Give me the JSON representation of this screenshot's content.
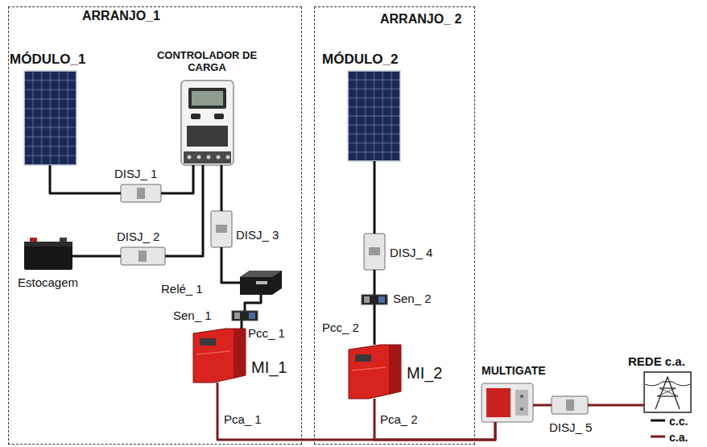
{
  "diagram": {
    "nodes": [
      {
        "text": [
          "ARRANJO_1"
        ]
      },
      {
        "text": [
          "MÓDULO_1"
        ],
        "in": 0
      },
      {
        "text": [
          "CONTROLADOR DE CARGA"
        ],
        "in": 0
      },
      {
        "text": [
          "DISJ_ 1"
        ],
        "in": 0
      },
      {
        "text": [
          "DISJ_ 2"
        ],
        "in": 0
      },
      {
        "text": [
          "Estocagem"
        ],
        "in": 0
      },
      {
        "text": [
          "DISJ_ 3"
        ],
        "in": 0
      },
      {
        "text": [
          "Relé_ 1"
        ],
        "in": 0
      },
      {
        "text": [
          "Sen_ 1"
        ],
        "in": 0
      },
      {
        "text": [
          "MI_1"
        ],
        "in": 0
      },
      {
        "text": [
          "ARRANJO_ 2"
        ]
      },
      {
        "text": [
          "MÓDULO_2"
        ],
        "in": 10
      },
      {
        "text": [
          "DISJ_ 4"
        ],
        "in": 10
      },
      {
        "text": [
          "Sen_ 2"
        ],
        "in": 10
      },
      {
        "text": [
          "MI_2"
        ],
        "in": 10
      },
      {
        "text": [
          "MULTIGATE"
        ]
      },
      {
        "text": [
          "DISJ_ 5"
        ]
      },
      {
        "text": [
          "REDE c.a."
        ]
      }
    ],
    "edges": [
      {
        "from": 1,
        "to": 3,
        "arrow": "none"
      },
      {
        "from": 3,
        "to": 2,
        "arrow": "none"
      },
      {
        "from": 5,
        "to": 4,
        "arrow": "none"
      },
      {
        "from": 4,
        "to": 2,
        "arrow": "none"
      },
      {
        "from": 2,
        "to": 6,
        "arrow": "none"
      },
      {
        "from": 6,
        "to": 7,
        "arrow": "none"
      },
      {
        "from": 7,
        "to": 8,
        "arrow": "none"
      },
      {
        "from": 8,
        "to": 9,
        "arrow": "none"
      },
      {
        "from": 9,
        "to": 15,
        "arrow": "none"
      },
      {
        "from": 11,
        "to": 12,
        "arrow": "none"
      },
      {
        "from": 12,
        "to": 13,
        "arrow": "none"
      },
      {
        "from": 13,
        "to": 14,
        "arrow": "none"
      },
      {
        "from": 14,
        "to": 15,
        "arrow": "none"
      },
      {
        "from": 15,
        "to": 16,
        "arrow": "none"
      },
      {
        "from": 16,
        "to": 17,
        "arrow": "none"
      }
    ],
    "labels": [
      "Pcc_ 1",
      "Pca_ 1",
      "Pcc_ 2",
      "Pca_ 2"
    ],
    "legend": [
      {
        "text": "c.c."
      },
      {
        "text": "c.a."
      }
    ]
  }
}
